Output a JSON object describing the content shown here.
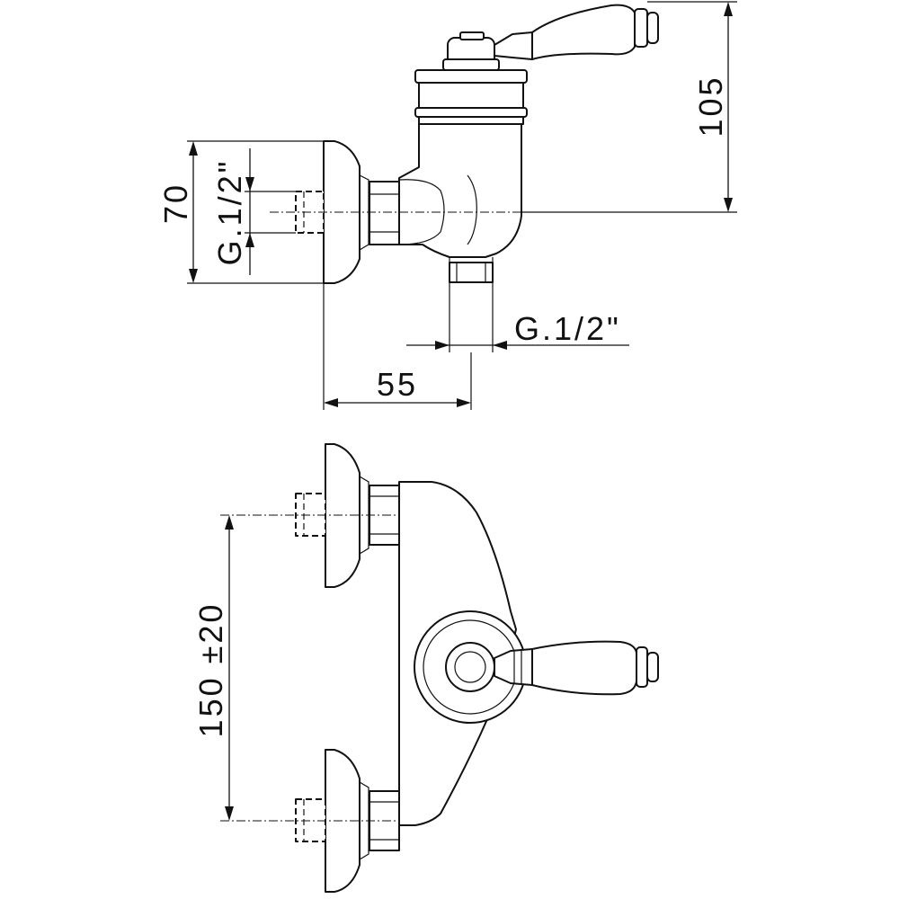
{
  "dimensions": {
    "height_top": "105",
    "height_total": "70",
    "depth": "55",
    "center_distance": "150 ±20"
  },
  "threads": {
    "inlet": "G.1/2\"",
    "outlet": "G.1/2\""
  }
}
